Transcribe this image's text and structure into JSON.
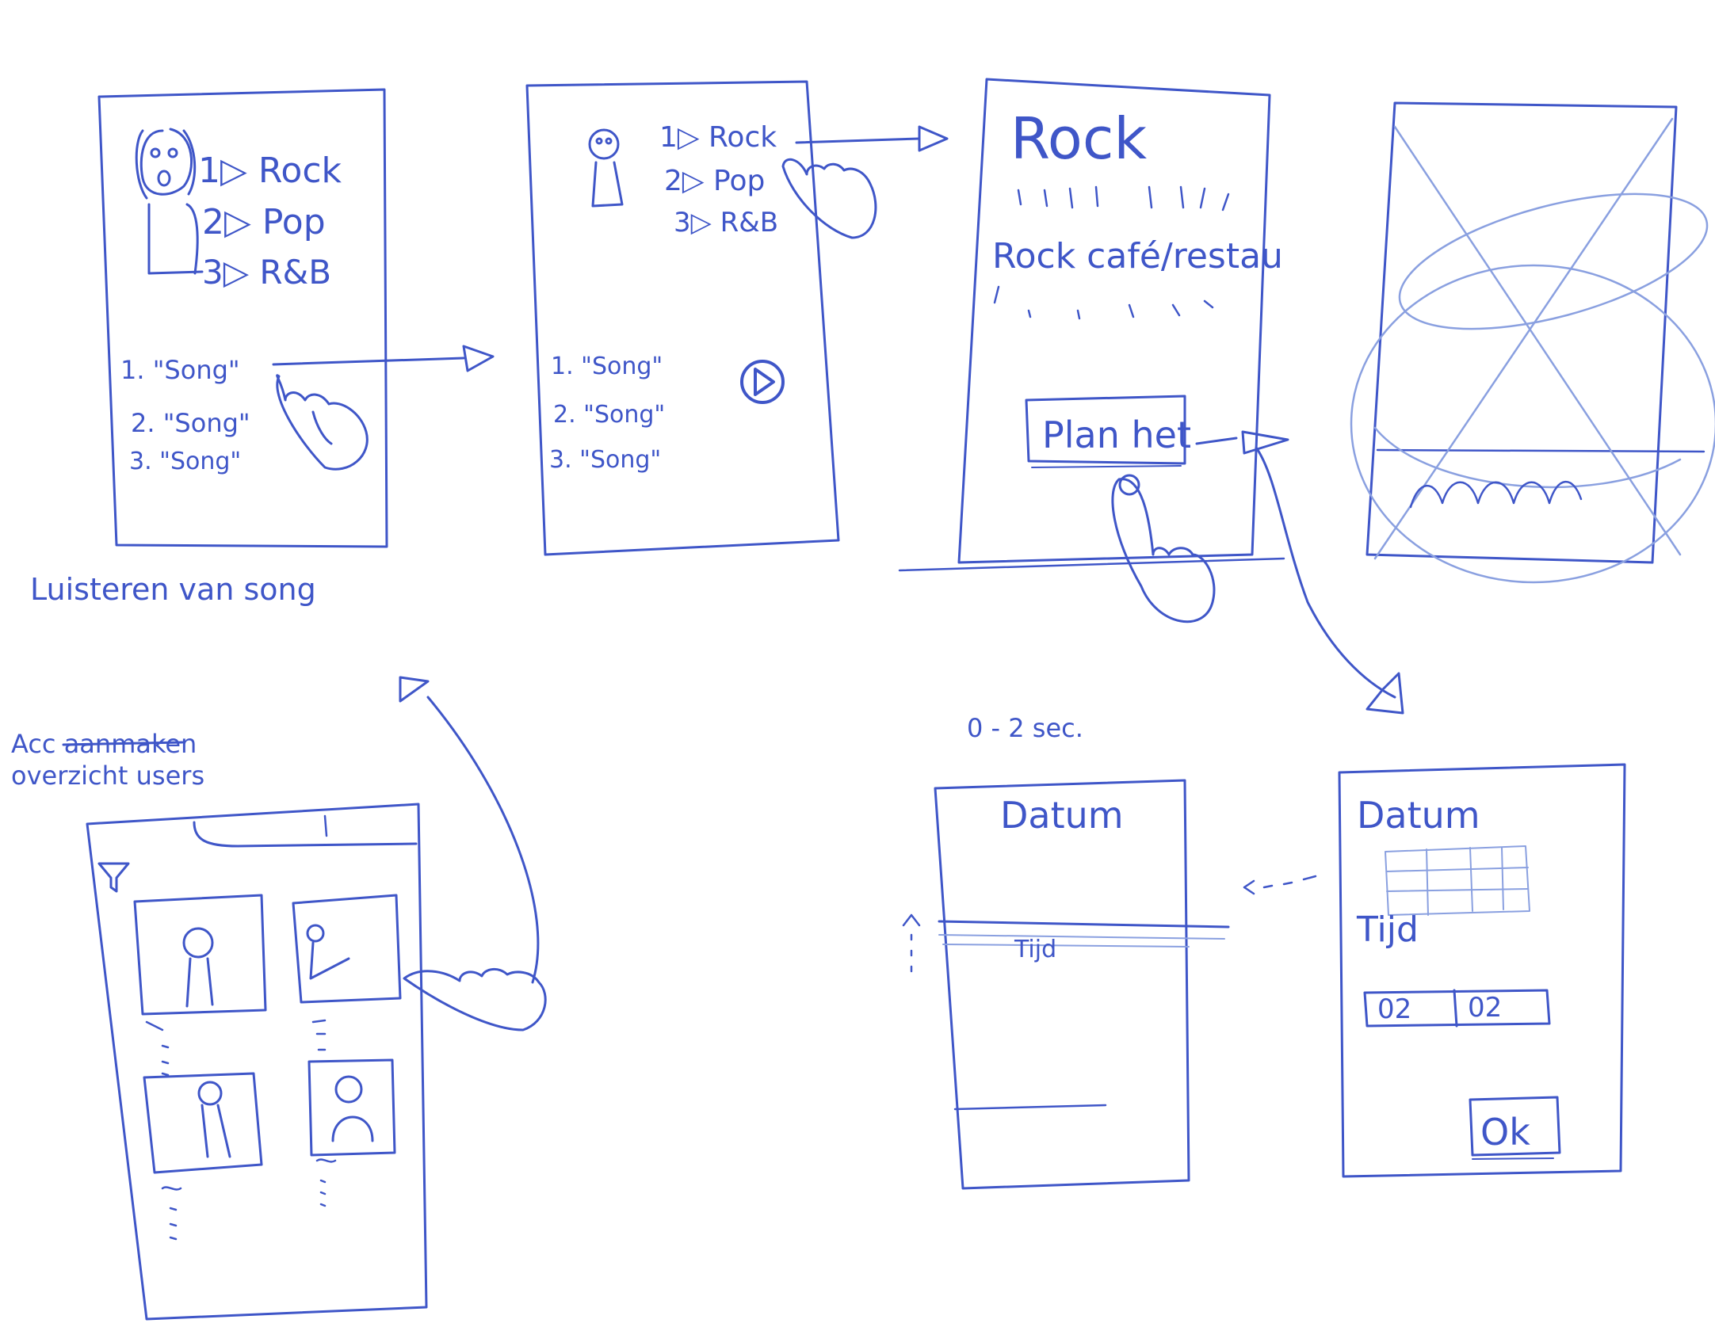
{
  "colors": {
    "ink": "#3f56c8",
    "ink_light": "#8aa0e0",
    "paper": "#ffffff"
  },
  "screen1": {
    "genres": [
      "1▷ Rock",
      "2▷ Pop",
      "3▷ R&B"
    ],
    "songs": [
      "1. \"Song\"",
      "2. \"Song\"",
      "3. \"Song\""
    ]
  },
  "caption_listen": "Luisteren van song",
  "screen2": {
    "genres": [
      "1▷ Rock",
      "2▷ Pop",
      "3▷ R&B"
    ],
    "songs": [
      "1. \"Song\"",
      "2. \"Song\"",
      "3. \"Song\""
    ],
    "play_icon": "play-circle-icon"
  },
  "screen3": {
    "title": "Rock",
    "subtitle": "Rock café/restau",
    "button": "Plan het"
  },
  "screen4": {
    "crossed_out": true
  },
  "acc_label": "Acc aanmaken",
  "overview_label": "overzicht users",
  "delay_label": "0 - 2 sec.",
  "screen_date_scroll": {
    "title": "Datum",
    "field": "Tijd"
  },
  "screen_date_form": {
    "title": "Datum",
    "time_label": "Tijd",
    "hour": "02",
    "minute": "02",
    "ok": "Ok"
  }
}
